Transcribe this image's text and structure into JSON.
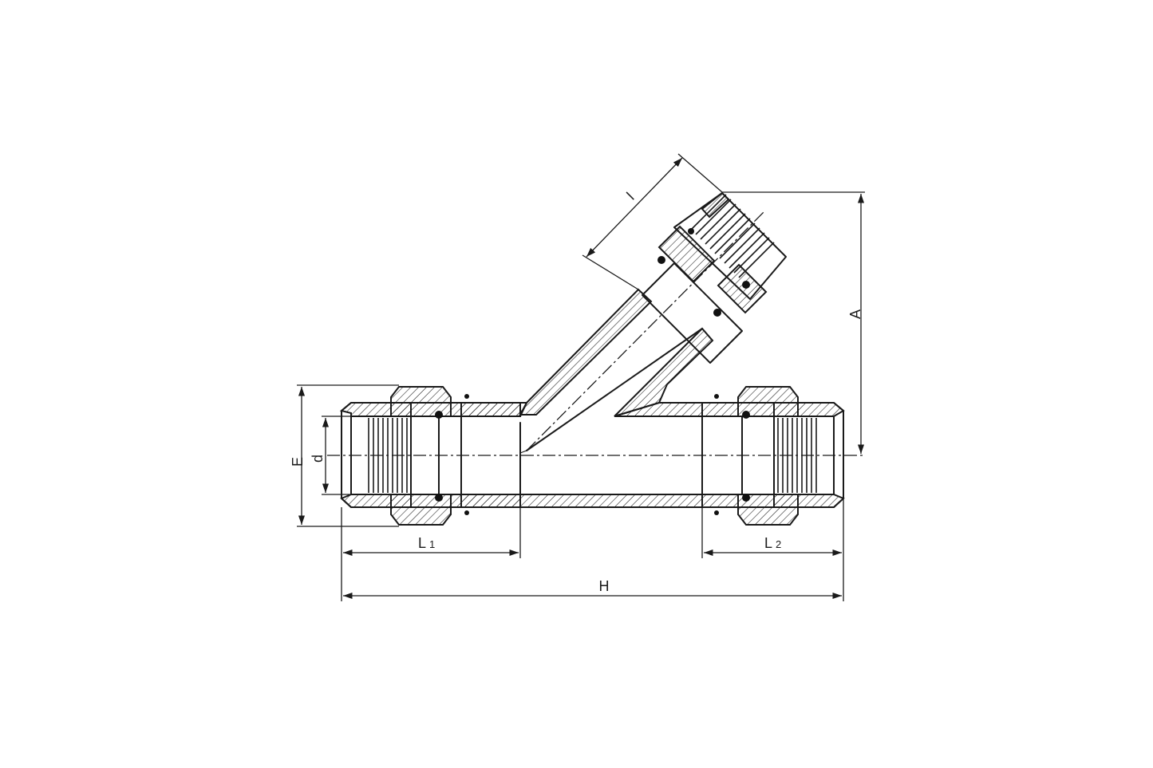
{
  "labels": {
    "l": "l",
    "A": "A",
    "E": "E",
    "d": "d",
    "L1_main": "L",
    "L1_sub": "1",
    "L2_main": "L",
    "L2_sub": "2",
    "H": "H"
  }
}
